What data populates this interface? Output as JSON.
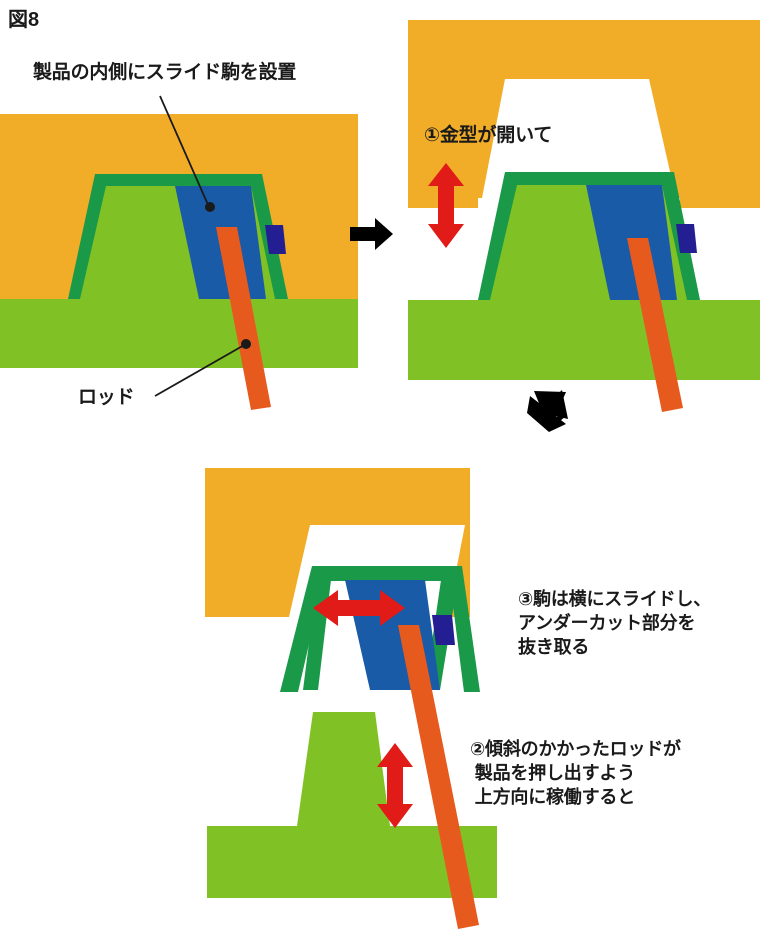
{
  "figure": {
    "title": "図8",
    "description_domain": "injection-mold-slide-core-sequence"
  },
  "labels": {
    "slide_block": "製品の内側にスライド駒を設置",
    "rod": "ロッド",
    "step1": "①金型が開いて",
    "step3": "③駒は横にスライドし、\nアンダーカット部分を\n抜き取る",
    "step2": "②傾斜のかかったロッドが\n 製品を押し出すよう\n 上方向に稼働すると"
  },
  "colors": {
    "mold_orange": "#F2AD28",
    "product_light_green": "#80C225",
    "product_dark_green": "#1A9949",
    "slide_block_blue": "#1A5BA8",
    "undercut_navy": "#241E93",
    "rod_orange": "#E75A1E",
    "arrow_red": "#E01B18",
    "arrow_black": "#000000",
    "text_black": "#1A1A1A",
    "background_white": "#FFFFFF"
  },
  "panels": [
    {
      "id": "panel-1-closed-mold",
      "caption_refs": [
        "slide_block",
        "rod"
      ],
      "state": "金型閉じ・スライド駒設置"
    },
    {
      "id": "panel-2-mold-open",
      "caption_refs": [
        "step1"
      ],
      "state": "金型が開いた状態"
    },
    {
      "id": "panel-3-ejection",
      "caption_refs": [
        "step2",
        "step3"
      ],
      "state": "ロッド上昇・駒が横スライド"
    }
  ],
  "arrows": [
    {
      "name": "flow-arrow-right",
      "direction": "right",
      "color": "#000000"
    },
    {
      "name": "flow-arrow-down-left",
      "direction": "down-left",
      "color": "#000000"
    },
    {
      "name": "mold-open-arrow",
      "direction": "vertical-double",
      "color": "#E01B18"
    },
    {
      "name": "slide-arrow",
      "direction": "horizontal-double",
      "color": "#E01B18"
    },
    {
      "name": "eject-arrow",
      "direction": "vertical-double",
      "color": "#E01B18"
    }
  ]
}
